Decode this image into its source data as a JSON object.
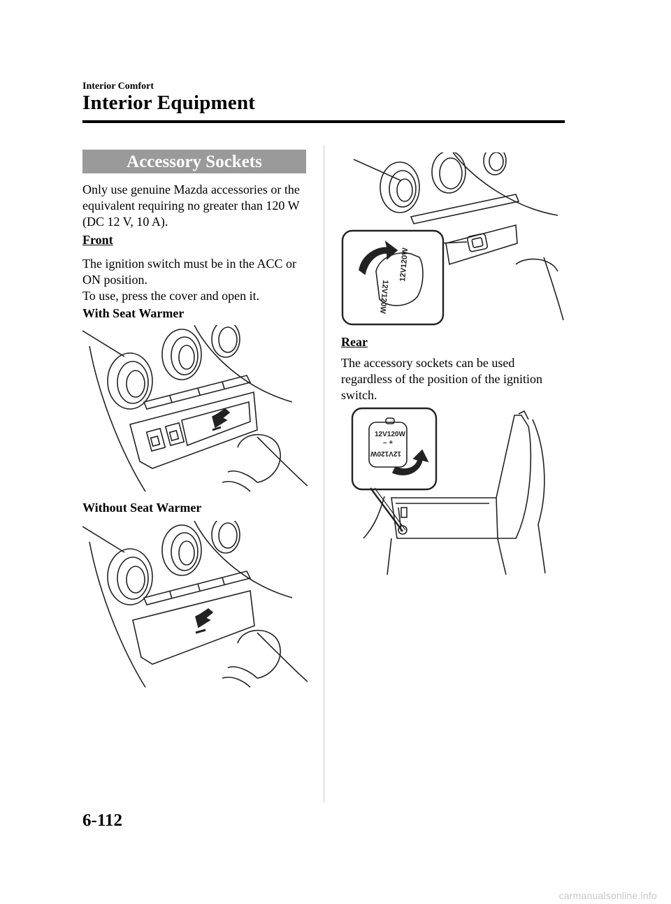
{
  "header": {
    "section": "Interior Comfort",
    "chapter": "Interior Equipment"
  },
  "heading": "Accessory Sockets",
  "intro": "Only use genuine Mazda accessories or the equivalent requiring no greater than 120 W (DC 12 V, 10 A).",
  "front": {
    "label": "Front",
    "para1": "The ignition switch must be in the ACC or ON position.",
    "para2": "To use, press the cover and open it.",
    "with_warmer": "With Seat Warmer",
    "without_warmer": "Without Seat Warmer",
    "cover_rating": "12V120W"
  },
  "rear": {
    "label": "Rear",
    "para": "The accessory sockets can be used regardless of the position of the ignition switch.",
    "cover_rating": "12V120W"
  },
  "footer": {
    "page": "6-112",
    "watermark": "carmanualsonline.info"
  }
}
